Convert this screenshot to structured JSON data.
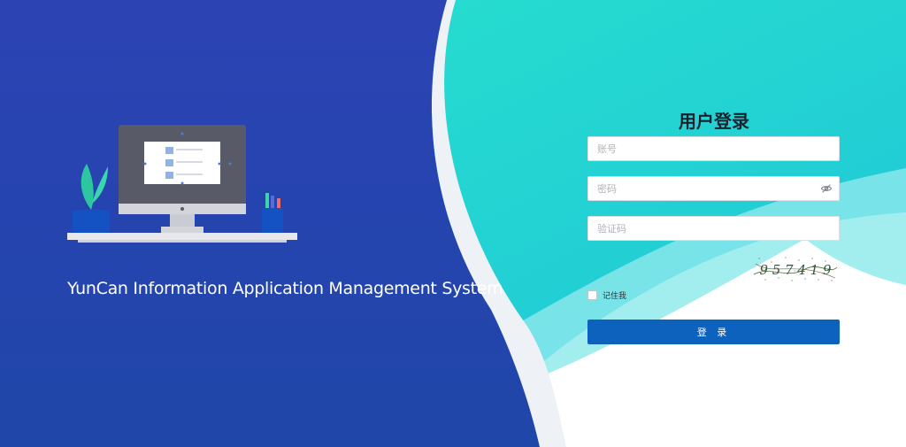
{
  "brand": {
    "system_name": "YunCan Information Application Management System"
  },
  "login": {
    "title": "用户登录",
    "account_placeholder": "账号",
    "password_placeholder": "密码",
    "captcha_placeholder": "验证码",
    "captcha_text": "9 5 7 4 1 9",
    "remember_label": "记住我",
    "submit_label": "登 录"
  },
  "colors": {
    "left_panel": "#2a45b2",
    "right_teal": "#22d8cd",
    "button": "#0d62be"
  },
  "icons": {
    "password_toggle": "eye-off-icon"
  }
}
